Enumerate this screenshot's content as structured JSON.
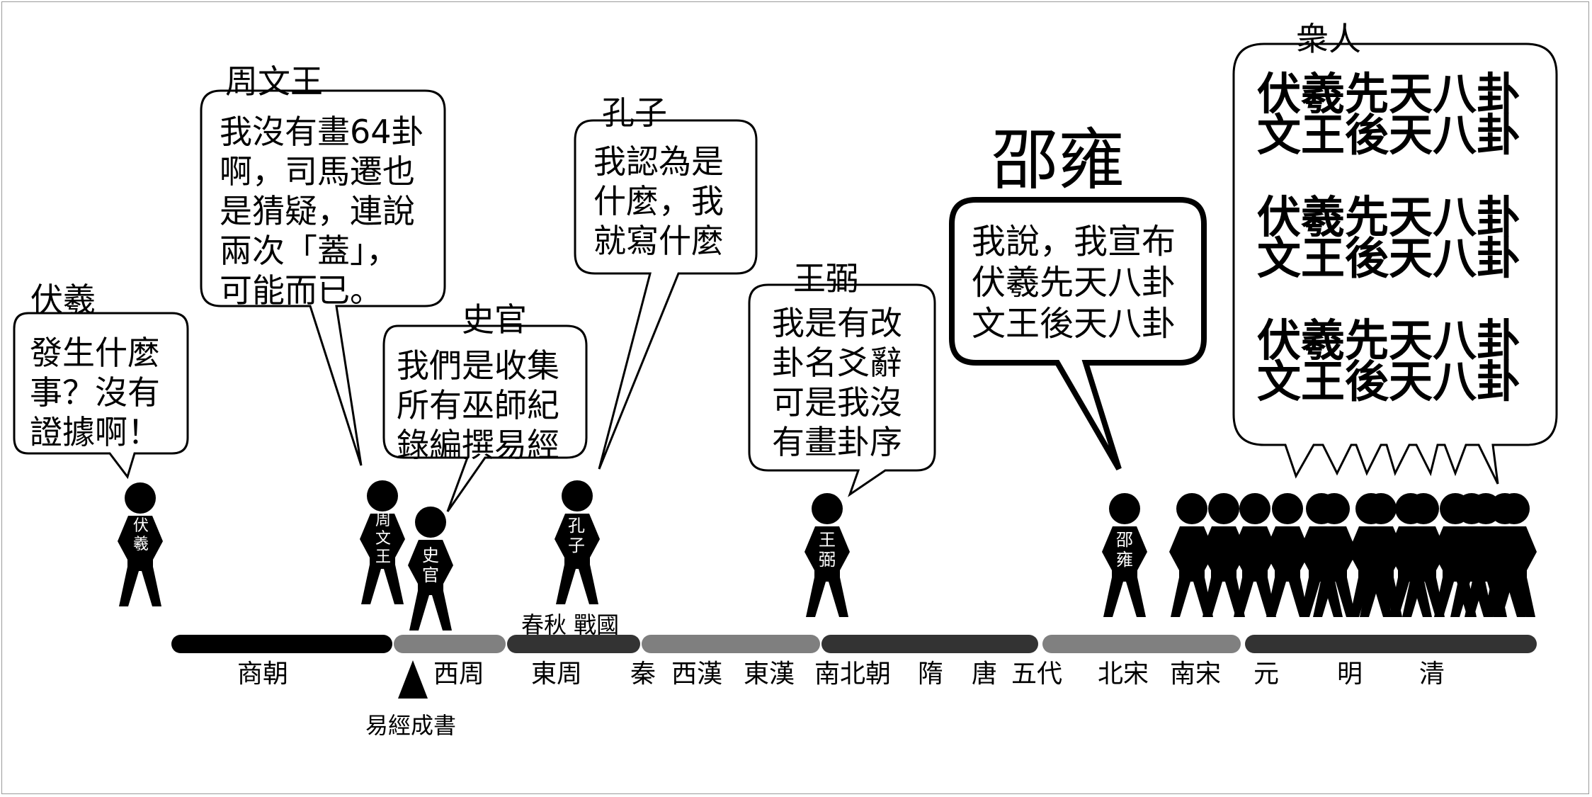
{
  "speakers": {
    "fuxi": "伏羲",
    "zhouwenwang": "周文王",
    "shiguan": "史官",
    "kongzi": "孔子",
    "wangbi": "王弼",
    "shaoyong": "邵雍",
    "zhongren": "衆人"
  },
  "bubbles": {
    "fuxi": "發生什麼\n事？沒有\n證據啊！",
    "zhouwenwang": "我沒有畫64卦\n啊，司馬遷也\n是猜疑，連說\n兩次「蓋」，\n可能而已。",
    "shiguan": "我們是收集\n所有巫師紀\n錄編撰易經",
    "kongzi": "我認為是\n什麼，我\n就寫什麼",
    "wangbi": "我是有改\n卦名爻辭\n可是我沒\n有畫卦序",
    "shaoyong": "我說，我宣布\n伏羲先天八卦\n文王後天八卦",
    "zhongren": "伏羲先天八卦\n文王後天八卦\n\n伏羲先天八卦\n文王後天八卦\n\n伏羲先天八卦\n文王後天八卦"
  },
  "figures": {
    "fuxi": "伏\n羲",
    "zhouwenwang": "周\n文\n王",
    "shiguan": "史\n官",
    "kongzi": "孔\n子",
    "wangbi": "王\n弼",
    "shaoyong": "邵\n雍"
  },
  "timeline": {
    "eras": [
      "商朝",
      "西周",
      "東周",
      "秦",
      "西漢",
      "東漢",
      "南北朝",
      "隋",
      "唐",
      "五代",
      "北宋",
      "南宋",
      "元",
      "明",
      "清"
    ],
    "chunqiu_zhanguo": "春秋 戰國",
    "marker": "易經成書"
  },
  "colors": {
    "shang": "#000000",
    "xizhou": "#808080",
    "dongzhou": "#333333",
    "qin_han": "#7f7f7f",
    "nanbei_tang_wudai": "#333333",
    "song": "#808080",
    "yuan_ming_qing": "#333333"
  }
}
